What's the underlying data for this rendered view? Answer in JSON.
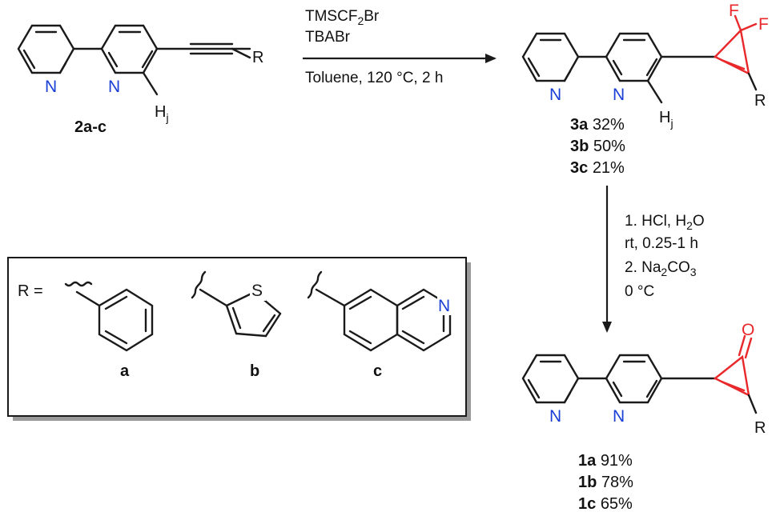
{
  "atoms": {
    "N": "N",
    "S": "S",
    "F": "F",
    "O": "O",
    "R": "R",
    "H": "H",
    "H_sub": "j"
  },
  "reaction1": {
    "reagent_line1_a": "TMSCF",
    "reagent_line1_sub": "2",
    "reagent_line1_b": "Br",
    "reagent_line2": "TBABr",
    "conditions": "Toluene, 120 °C, 2 h"
  },
  "compound_2": {
    "label": "2a-c"
  },
  "compound_3": {
    "yields": [
      {
        "id": "3a",
        "value": "32%"
      },
      {
        "id": "3b",
        "value": "50%"
      },
      {
        "id": "3c",
        "value": "21%"
      }
    ]
  },
  "reaction2": {
    "step1_a": "1. HCl, H",
    "step1_sub": "2",
    "step1_b": "O",
    "step1_time": "rt, 0.25-1 h",
    "step2_a": "2. Na",
    "step2_sub": "2",
    "step2_b": "CO",
    "step2_sub2": "3",
    "step2_temp": "0 °C"
  },
  "compound_1": {
    "yields": [
      {
        "id": "1a",
        "value": "91%"
      },
      {
        "id": "1b",
        "value": "78%"
      },
      {
        "id": "1c",
        "value": "65%"
      }
    ]
  },
  "r_groups": {
    "prefix": "R =",
    "items": [
      {
        "id": "a"
      },
      {
        "id": "b"
      },
      {
        "id": "c"
      }
    ]
  }
}
